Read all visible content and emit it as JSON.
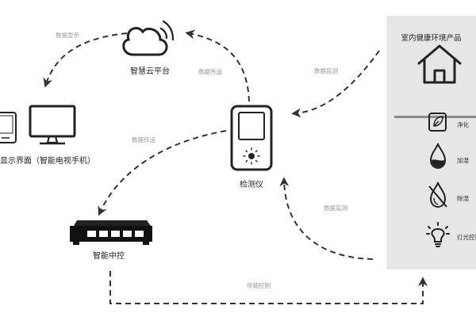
{
  "nodes": {
    "cloud_label": "智慧云平台",
    "display_label": "显示界面（智能电视手机）",
    "detector_label": "检测仪",
    "controller_label": "智能中控"
  },
  "flows": {
    "cloud_to_display": "数据显示",
    "detector_to_cloud": "数据传送",
    "product_to_detector_top": "数据监测",
    "detector_to_controller": "数据传送",
    "product_to_detector_bottom": "数据监测",
    "controller_to_product": "传输控制"
  },
  "panel": {
    "title": "室内健康环境产品",
    "features": [
      {
        "icon": "leaf-icon",
        "label": "净化"
      },
      {
        "icon": "water-drop-icon",
        "label": "加湿"
      },
      {
        "icon": "no-drop-icon",
        "label": "除湿"
      },
      {
        "icon": "bulb-icon",
        "label": "灯光控制"
      }
    ]
  },
  "colors": {
    "line": "#333333",
    "panel_bg": "#e6e6e6",
    "flow_label": "#999999"
  }
}
